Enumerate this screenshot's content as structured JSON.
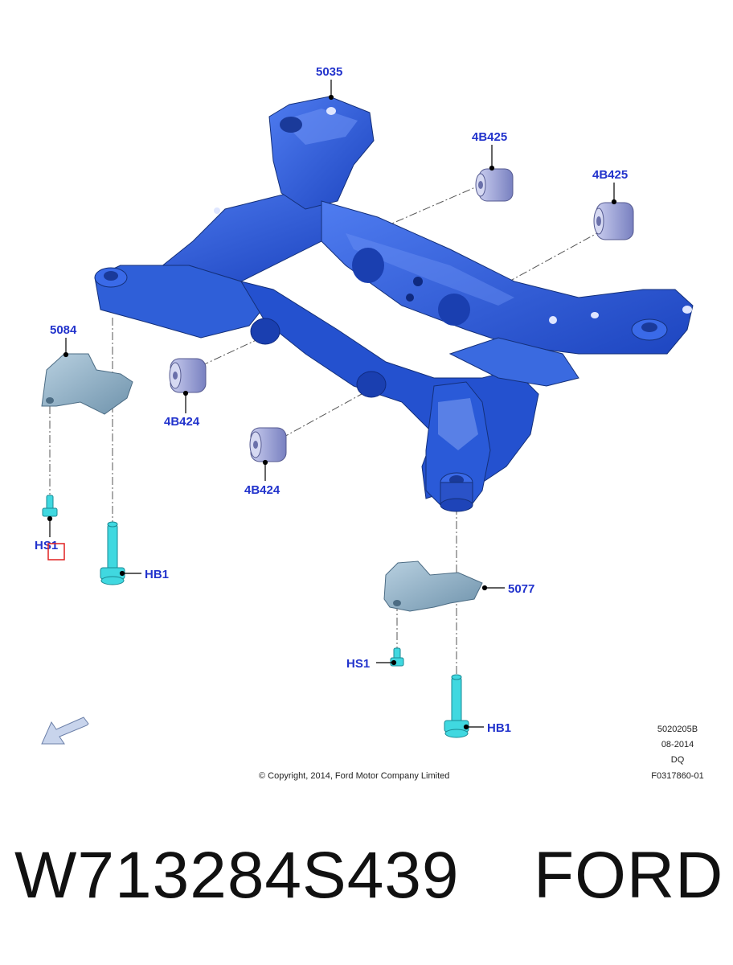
{
  "diagram": {
    "callouts": {
      "crossmember": "5035",
      "bushing_upper_1": "4B425",
      "bushing_upper_2": "4B425",
      "bracket_left": "5084",
      "bushing_lower_1": "4B424",
      "bushing_lower_2": "4B424",
      "screw_left": "HS1",
      "bolt_left": "HB1",
      "bracket_right": "5077",
      "screw_right": "HS1",
      "bolt_right": "HB1"
    },
    "meta": {
      "code": "5020205B",
      "date": "08-2014",
      "initials": "DQ",
      "ref": "F0317860-01"
    },
    "copyright": "© Copyright, 2014, Ford Motor Company Limited",
    "colors": {
      "frame": "#2a5ad8",
      "frame_dark": "#1a3fb0",
      "bushing": "#a8aee0",
      "bolt": "#40d8e0",
      "bracket": "#90aec8",
      "callout": "#2233cc",
      "highlight": "#e02020"
    }
  },
  "footer": {
    "part_number": "W713284S439",
    "brand": "FORD"
  }
}
